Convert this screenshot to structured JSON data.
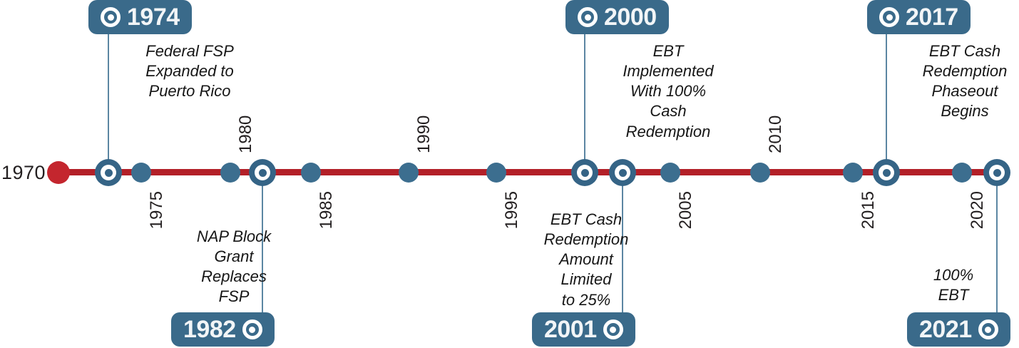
{
  "figure": {
    "type": "timeline",
    "orientation": "horizontal",
    "axis_start_label": "1970",
    "colors": {
      "axis_line": "#b32028",
      "start_dot": "#c4262e",
      "marker": "#3c6e8f",
      "badge": "#3a6a8a",
      "leader": "#5b86a2",
      "text": "#161616",
      "badge_text": "#f2f5f7",
      "background": "#ffffff"
    }
  },
  "axis": {
    "ticks": [
      {
        "label": "1975",
        "position": "below"
      },
      {
        "label": "1980",
        "position": "above"
      },
      {
        "label": "1985",
        "position": "below"
      },
      {
        "label": "1990",
        "position": "above"
      },
      {
        "label": "1995",
        "position": "below"
      },
      {
        "label": "2005",
        "position": "below"
      },
      {
        "label": "2010",
        "position": "above"
      },
      {
        "label": "2015",
        "position": "below"
      },
      {
        "label": "2020",
        "position": "below"
      }
    ]
  },
  "events": [
    {
      "year": "1974",
      "side": "top",
      "description": "Federal FSP\nExpanded to\nPuerto Rico"
    },
    {
      "year": "1982",
      "side": "bottom",
      "description": "NAP Block\nGrant\nReplaces\nFSP"
    },
    {
      "year": "2000",
      "side": "top",
      "description": "EBT\nImplemented\nWith 100%\nCash\nRedemption"
    },
    {
      "year": "2001",
      "side": "bottom",
      "description": "EBT Cash\nRedemption\nAmount\nLimited\nto 25%"
    },
    {
      "year": "2017",
      "side": "top",
      "description": "EBT Cash\nRedemption\nPhaseout\nBegins"
    },
    {
      "year": "2021",
      "side": "bottom",
      "description": "100%\nEBT"
    }
  ]
}
